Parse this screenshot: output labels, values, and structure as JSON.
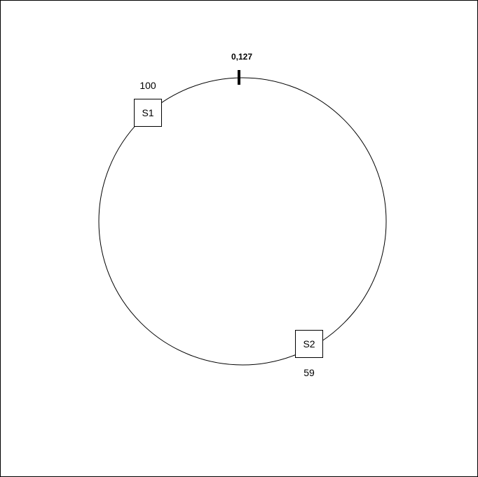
{
  "ring": {
    "marker_label": "0,127"
  },
  "nodes": [
    {
      "name": "S1",
      "value": "100"
    },
    {
      "name": "S2",
      "value": "59"
    }
  ]
}
